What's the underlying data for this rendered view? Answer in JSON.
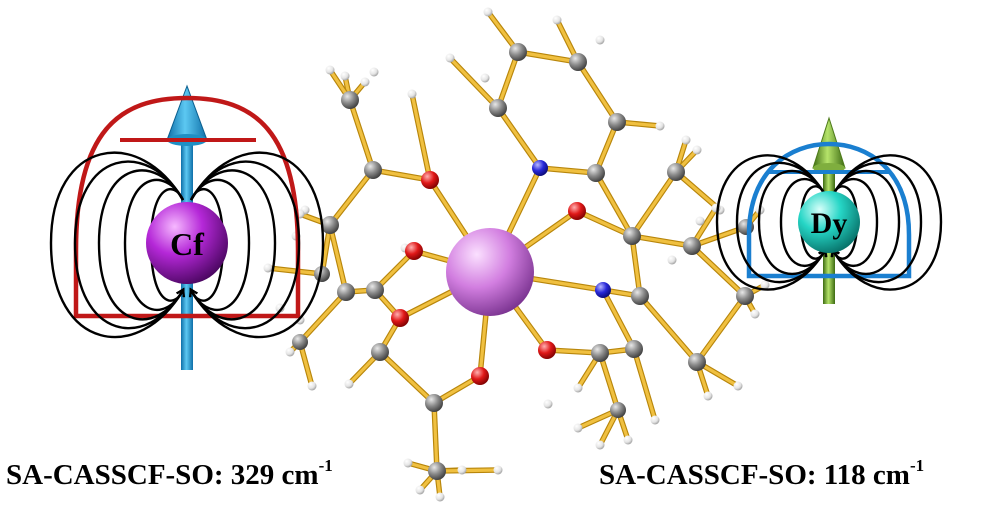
{
  "left_ion": {
    "symbol": "Cf",
    "energy_label": "SA-CASSCF-SO: 329 cm",
    "energy_exponent": "-1",
    "sphere_color": "#a020c8",
    "arrow_color": "#1f9bd6",
    "shape_color": "#c01818"
  },
  "right_ion": {
    "symbol": "Dy",
    "energy_label": "SA-CASSCF-SO: 118 cm",
    "energy_exponent": "-1",
    "sphere_color": "#1fd4c4",
    "arrow_color": "#8bc34a",
    "shape_color": "#1a7fd0"
  },
  "molecule": {
    "central_atom_color": "#d27ee0",
    "oxygen_color": "#e01818",
    "nitrogen_color": "#2828d8",
    "carbon_color": "#8a8a8a",
    "hydrogen_color": "#e8e8e8",
    "bond_color": "#f0c040"
  },
  "field_line_color": "#000000"
}
